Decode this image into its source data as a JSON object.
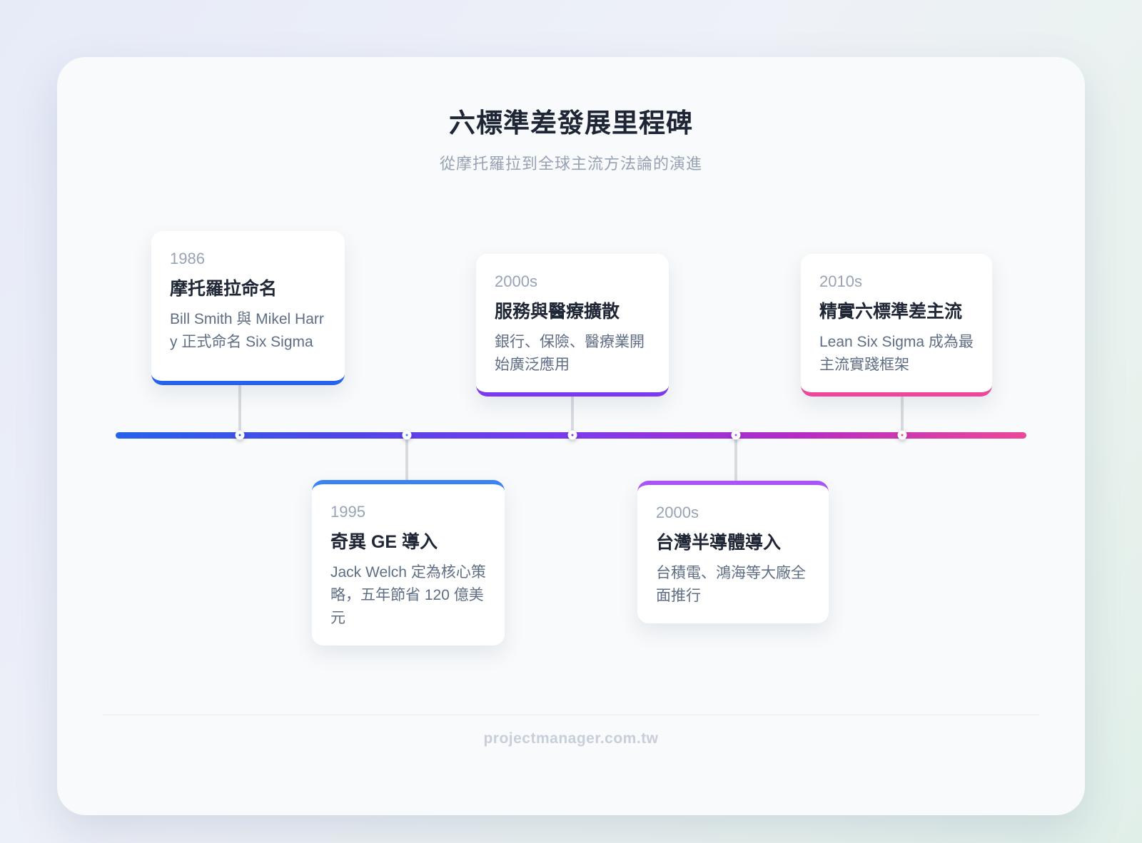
{
  "page": {
    "title": "六標準差發展里程碑",
    "subtitle": "從摩托羅拉到全球主流方法論的演進",
    "footer": "projectmanager.com.tw"
  },
  "colors": {
    "accent_blue": "#2563eb",
    "accent_blue_light": "#3b82f6",
    "accent_purple": "#7c3aed",
    "accent_purple_light": "#a855f7",
    "accent_pink": "#ec4899",
    "timeline_gradient": [
      "#2563eb",
      "#7c3aed",
      "#ec4899"
    ],
    "connector_gray": "#d7dadf"
  },
  "timeline": {
    "events": [
      {
        "year": "1986",
        "title": "摩托羅拉命名",
        "description": "Bill Smith 與 Mikel Harry 正式命名 Six Sigma",
        "position": "above",
        "accent": "#2563eb"
      },
      {
        "year": "1995",
        "title": "奇異 GE 導入",
        "description": "Jack Welch 定為核心策略，五年節省 120 億美元",
        "position": "below",
        "accent": "#3b82f6"
      },
      {
        "year": "2000s",
        "title": "服務與醫療擴散",
        "description": "銀行、保險、醫療業開始廣泛應用",
        "position": "above",
        "accent": "#7c3aed"
      },
      {
        "year": "2000s",
        "title": "台灣半導體導入",
        "description": "台積電、鴻海等大廠全面推行",
        "position": "below",
        "accent": "#a855f7"
      },
      {
        "year": "2010s",
        "title": "精實六標準差主流",
        "description": "Lean Six Sigma 成為最主流實踐框架",
        "position": "above",
        "accent": "#ec4899"
      }
    ],
    "dot_colors": [
      "#2563eb",
      "#3b82f6",
      "#7c3aed",
      "#a855f7",
      "#ec4899"
    ]
  }
}
